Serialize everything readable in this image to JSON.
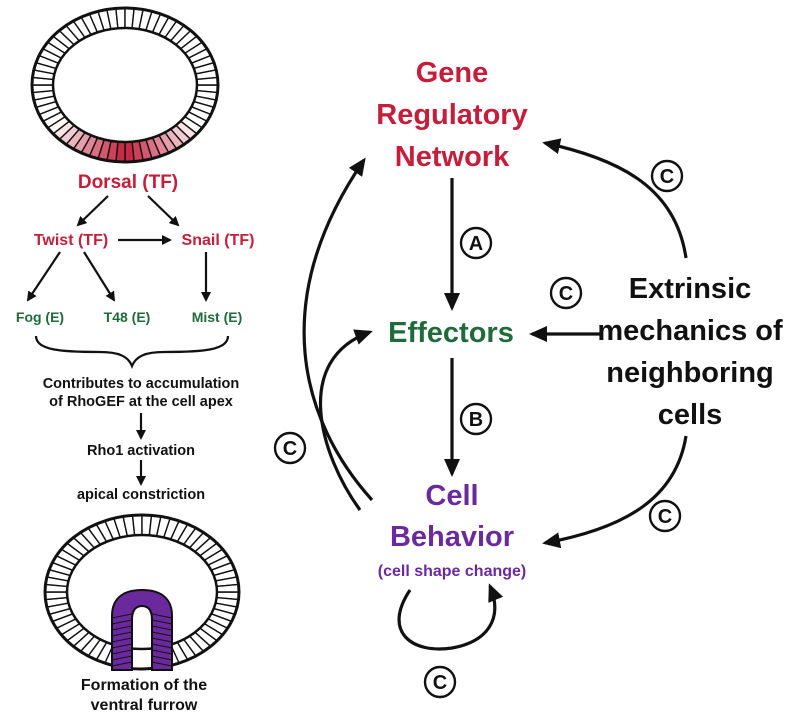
{
  "left_pathway": {
    "dorsal": "Dorsal (TF)",
    "twist": "Twist (TF)",
    "snail": "Snail (TF)",
    "fog": "Fog (E)",
    "t48": "T48 (E)",
    "mist": "Mist (E)",
    "contributes_line1": "Contributes to accumulation",
    "contributes_line2": "of  RhoGEF at the cell apex",
    "rho1": "Rho1 activation",
    "apical": "apical constriction",
    "furrow_line1": "Formation of the",
    "furrow_line2": "ventral furrow"
  },
  "cycle": {
    "grn_line1": "Gene",
    "grn_line2": "Regulatory",
    "grn_line3": "Network",
    "effectors": "Effectors",
    "cell_line1": "Cell",
    "cell_line2": "Behavior",
    "cell_sub": "(cell shape change)",
    "extrinsic_line1": "Extrinsic",
    "extrinsic_line2": "mechanics of",
    "extrinsic_line3": "neighboring",
    "extrinsic_line4": "cells",
    "badge_a": "A",
    "badge_b": "B",
    "badge_c": "C"
  },
  "colors": {
    "red": "#c41e3a",
    "green": "#1f6b3a",
    "purple": "#6a2a9e",
    "black": "#111111"
  }
}
